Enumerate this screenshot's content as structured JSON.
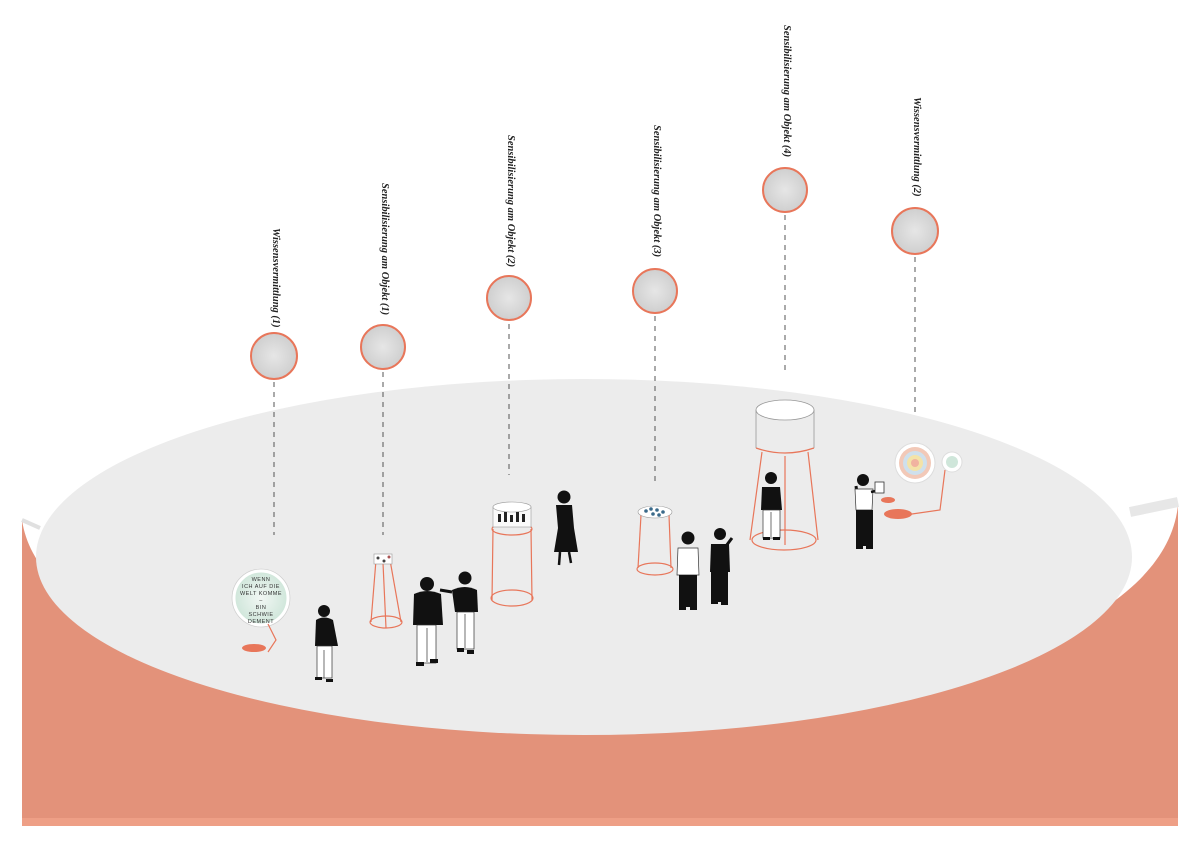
{
  "stations": [
    {
      "id": "wissen-1",
      "label": "Wissensvermittlung (1)"
    },
    {
      "id": "sens-1",
      "label": "Sensibilisierung am Objekt (1)"
    },
    {
      "id": "sens-2",
      "label": "Sensibilisierung am Objekt (2)"
    },
    {
      "id": "sens-3",
      "label": "Sensibilisierung am Objekt (3)"
    },
    {
      "id": "sens-4",
      "label": "Sensibilisierung am Objekt (4)"
    },
    {
      "id": "wissen-2",
      "label": "Wissensvermittlung (2)"
    }
  ],
  "screen_text": {
    "line1": "WENN",
    "line2": "ICH AUF DIE",
    "line3": "WELT KOMME",
    "line4": "–",
    "line5": "BIN",
    "line6": "SCHWIE",
    "line7": "DEMENT"
  },
  "colors": {
    "accent": "#e8765a",
    "ground": "#e3927a",
    "platform": "#ececec",
    "node_fill": "#d9d9d9",
    "figure": "#111111"
  }
}
